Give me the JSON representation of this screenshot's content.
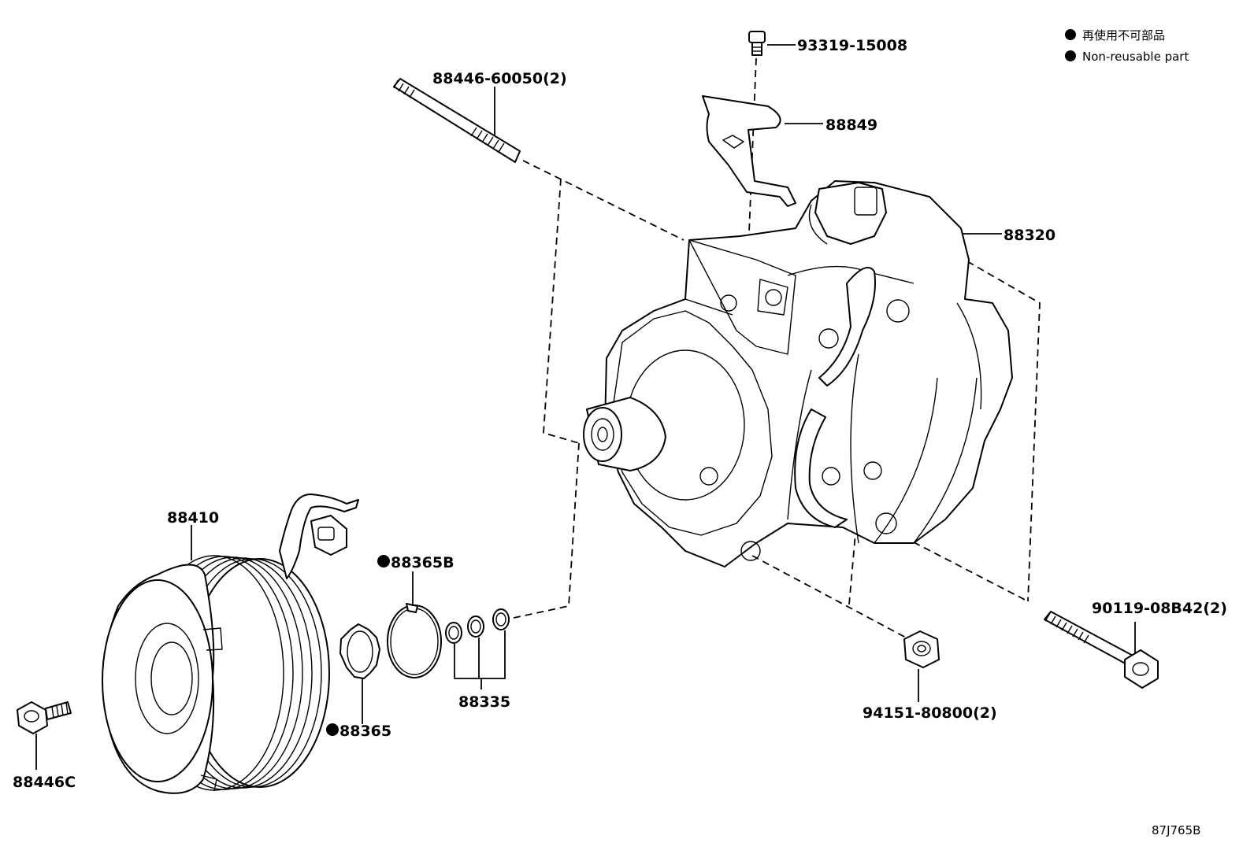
{
  "legend": {
    "line1": "再使用不可部品",
    "line2": "Non-reusable part"
  },
  "labels": {
    "p93319": "93319-15008",
    "p88446_60050": "88446-60050(2)",
    "p88849": "88849",
    "p88320": "88320",
    "p88410": "88410",
    "p88365B": "88365B",
    "p88335": "88335",
    "p88365": "88365",
    "p88446C": "88446C",
    "p90119": "90119-08B42(2)",
    "p94151": "94151-80800(2)"
  },
  "reference_code": "87J765B",
  "non_reusable_marker": "filled-circle-icon"
}
